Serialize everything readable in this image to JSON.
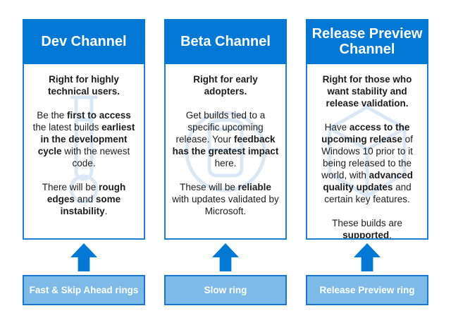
{
  "diagram": {
    "accent_color": "#0078D4",
    "ring_fill_color": "#7DBAE8",
    "ring_border_color": "#1778CE",
    "watermark_color": "#DAE8F6",
    "columns": [
      {
        "id": "dev",
        "header": "Dev Channel",
        "watermark_icon": "test-tube-icon",
        "paragraphs": [
          [
            {
              "t": "Right for highly technical users.",
              "b": true
            }
          ],
          [
            {
              "t": "Be the ",
              "b": false
            },
            {
              "t": "first to access",
              "b": true
            },
            {
              "t": " the latest builds ",
              "b": false
            },
            {
              "t": "earliest in the development cycle",
              "b": true
            },
            {
              "t": " with the newest code.",
              "b": false
            }
          ],
          [
            {
              "t": "There will be ",
              "b": false
            },
            {
              "t": "rough edges",
              "b": true
            },
            {
              "t": " and ",
              "b": false
            },
            {
              "t": "some instability",
              "b": true
            },
            {
              "t": ".",
              "b": false
            }
          ]
        ],
        "ring_label": "Fast & Skip Ahead rings"
      },
      {
        "id": "beta",
        "header": "Beta Channel",
        "watermark_icon": "beaker-icon",
        "paragraphs": [
          [
            {
              "t": "Right for early adopters.",
              "b": true
            }
          ],
          [
            {
              "t": "Get builds tied to a specific upcoming release. Your ",
              "b": false
            },
            {
              "t": "feedback has the greatest impact",
              "b": true
            },
            {
              "t": " here.",
              "b": false
            }
          ],
          [
            {
              "t": "These will be ",
              "b": false
            },
            {
              "t": "reliable",
              "b": true
            },
            {
              "t": " with updates validated by Microsoft.",
              "b": false
            }
          ]
        ],
        "ring_label": "Slow ring"
      },
      {
        "id": "release-preview",
        "header": "Release Preview Channel",
        "watermark_icon": "cube-icon",
        "paragraphs": [
          [
            {
              "t": "Right for those who want stability and release validation.",
              "b": true
            }
          ],
          [
            {
              "t": "Have ",
              "b": false
            },
            {
              "t": "access to the upcoming release",
              "b": true
            },
            {
              "t": " of Windows 10 prior to it being released to the world, with ",
              "b": false
            },
            {
              "t": "advanced quality updates",
              "b": true
            },
            {
              "t": " and certain key features.",
              "b": false
            }
          ],
          [
            {
              "t": "These builds are ",
              "b": false
            },
            {
              "t": "supported",
              "b": true
            },
            {
              "t": ".",
              "b": false
            }
          ]
        ],
        "ring_label": "Release Preview ring"
      }
    ]
  }
}
